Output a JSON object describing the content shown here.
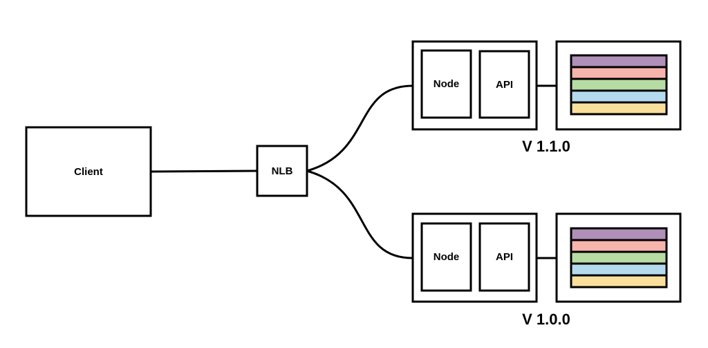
{
  "client": {
    "label": "Client"
  },
  "nlb": {
    "label": "NLB"
  },
  "deployments": [
    {
      "version": "V 1.1.0",
      "node_label": "Node",
      "api_label": "API",
      "stripe_colors": [
        "#b08fb8",
        "#f7b4ad",
        "#b7dca3",
        "#b5daee",
        "#f9df9c"
      ]
    },
    {
      "version": "V 1.0.0",
      "node_label": "Node",
      "api_label": "API",
      "stripe_colors": [
        "#b08fb8",
        "#f7b4ad",
        "#b7dca3",
        "#b5daee",
        "#f9df9c"
      ]
    }
  ],
  "colors": {
    "stroke": "#000000",
    "background": "#ffffff"
  }
}
